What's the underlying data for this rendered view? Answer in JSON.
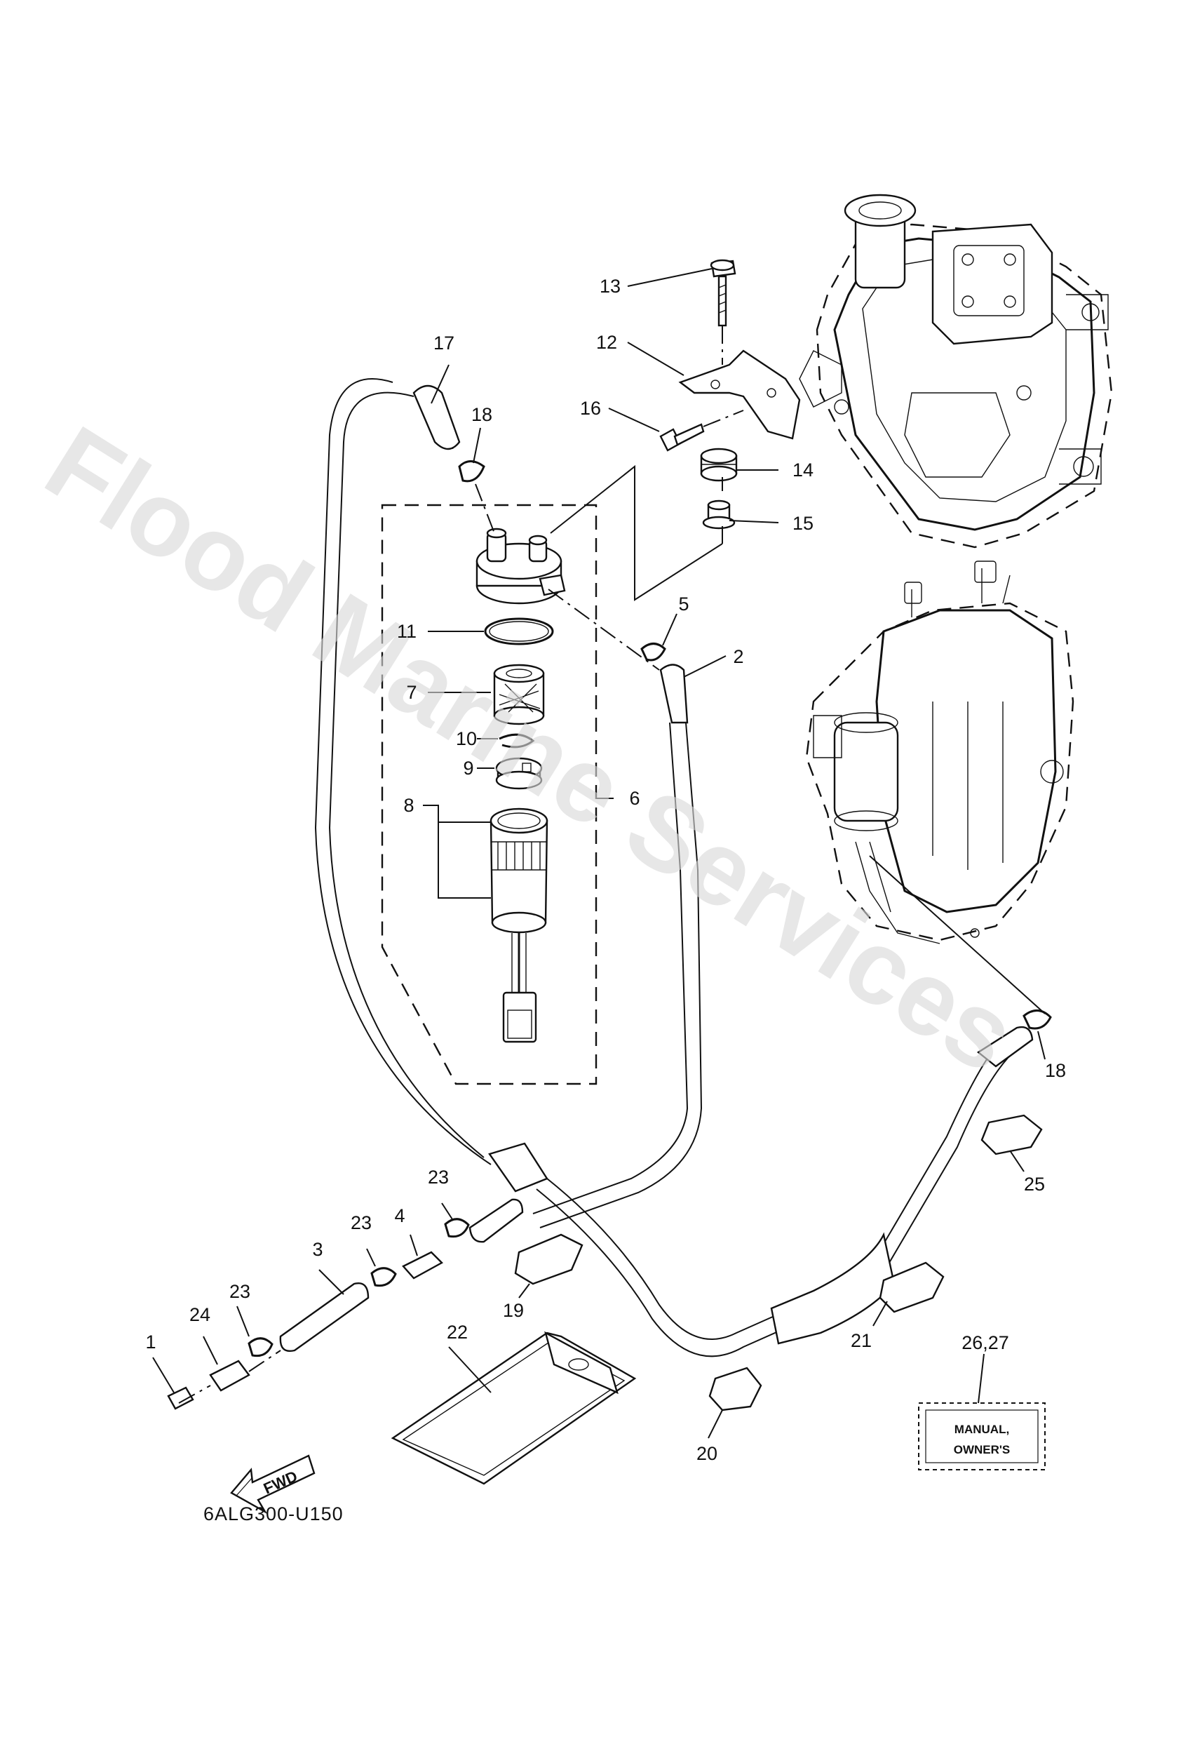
{
  "diagram": {
    "code": "6ALG300-U150",
    "watermark": "Flood Marine Services",
    "fwd_label": "FWD",
    "manual_box": {
      "line1": "MANUAL,",
      "line2": "OWNER'S"
    },
    "callouts": [
      {
        "id": "c1",
        "label": "1"
      },
      {
        "id": "c2",
        "label": "2"
      },
      {
        "id": "c3",
        "label": "3"
      },
      {
        "id": "c4",
        "label": "4"
      },
      {
        "id": "c5",
        "label": "5"
      },
      {
        "id": "c6",
        "label": "6"
      },
      {
        "id": "c7",
        "label": "7"
      },
      {
        "id": "c8",
        "label": "8"
      },
      {
        "id": "c9",
        "label": "9"
      },
      {
        "id": "c10",
        "label": "10"
      },
      {
        "id": "c11",
        "label": "11"
      },
      {
        "id": "c12",
        "label": "12"
      },
      {
        "id": "c13",
        "label": "13"
      },
      {
        "id": "c14",
        "label": "14"
      },
      {
        "id": "c15",
        "label": "15"
      },
      {
        "id": "c16",
        "label": "16"
      },
      {
        "id": "c17",
        "label": "17"
      },
      {
        "id": "c18a",
        "label": "18"
      },
      {
        "id": "c18b",
        "label": "18"
      },
      {
        "id": "c19",
        "label": "19"
      },
      {
        "id": "c20",
        "label": "20"
      },
      {
        "id": "c21",
        "label": "21"
      },
      {
        "id": "c22",
        "label": "22"
      },
      {
        "id": "c23a",
        "label": "23"
      },
      {
        "id": "c23b",
        "label": "23"
      },
      {
        "id": "c23c",
        "label": "23"
      },
      {
        "id": "c24",
        "label": "24"
      },
      {
        "id": "c25",
        "label": "25"
      },
      {
        "id": "c2627",
        "label": "26,27"
      }
    ]
  }
}
